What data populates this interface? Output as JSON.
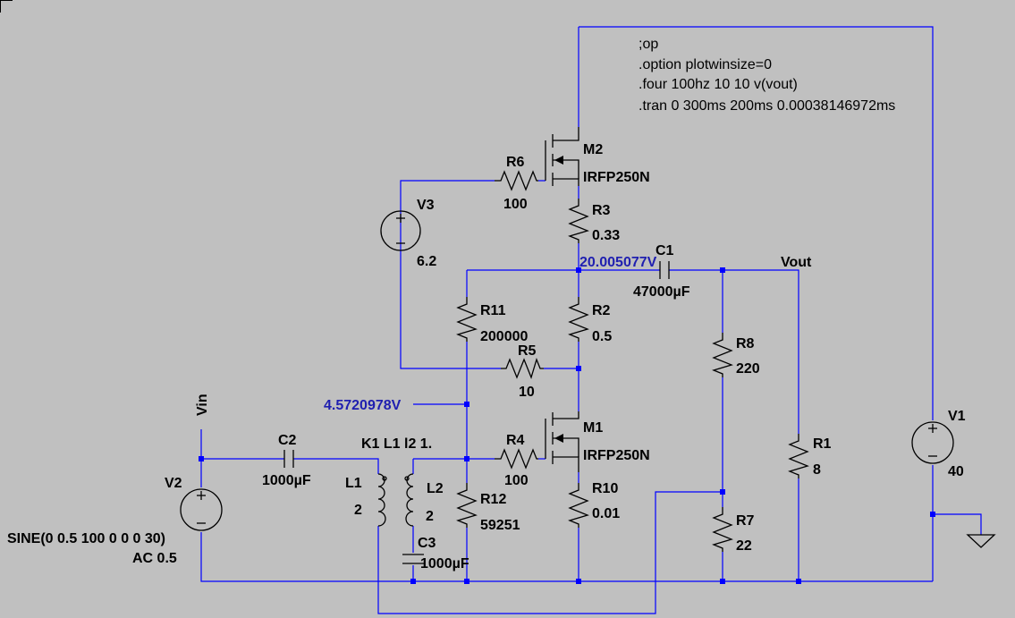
{
  "directives": [
    ";op",
    ".option plotwinsize=0",
    ".four 100hz 10 10 v(vout)",
    ".tran 0 300ms 200ms 0.00038146972ms"
  ],
  "net_labels": {
    "vin": "Vin",
    "vout": "Vout"
  },
  "voltage_probes": {
    "node_high": "20.005077V",
    "node_gate_bias": "4.5720978V"
  },
  "components": {
    "M2": {
      "ref": "M2",
      "model": "IRFP250N"
    },
    "M1": {
      "ref": "M1",
      "model": "IRFP250N"
    },
    "R6": {
      "ref": "R6",
      "value": "100"
    },
    "R3": {
      "ref": "R3",
      "value": "0.33"
    },
    "R11": {
      "ref": "R11",
      "value": "200000"
    },
    "R2": {
      "ref": "R2",
      "value": "0.5"
    },
    "R5": {
      "ref": "R5",
      "value": "10"
    },
    "R4": {
      "ref": "R4",
      "value": "100"
    },
    "R12": {
      "ref": "R12",
      "value": "59251"
    },
    "R10": {
      "ref": "R10",
      "value": "0.01"
    },
    "R8": {
      "ref": "R8",
      "value": "220"
    },
    "R7": {
      "ref": "R7",
      "value": "22"
    },
    "R1": {
      "ref": "R1",
      "value": "8"
    },
    "C1": {
      "ref": "C1",
      "value": "47000µF"
    },
    "C2": {
      "ref": "C2",
      "value": "1000µF"
    },
    "C3": {
      "ref": "C3",
      "value": "1000µF"
    },
    "L1": {
      "ref": "L1",
      "value": "2"
    },
    "L2": {
      "ref": "L2",
      "value": "2"
    },
    "K1": {
      "text": "K1 L1 l2 1."
    },
    "V3": {
      "ref": "V3",
      "value": "6.2"
    },
    "V2": {
      "ref": "V2",
      "value_line1": "SINE(0 0.5 100 0 0 0 30)",
      "value_line2": "AC 0.5"
    },
    "V1": {
      "ref": "V1",
      "value": "40"
    }
  },
  "colors": {
    "background": "#c0c0c0",
    "wire": "#0000ff",
    "component": "#000000",
    "probe_label": "#1f1fb0"
  }
}
